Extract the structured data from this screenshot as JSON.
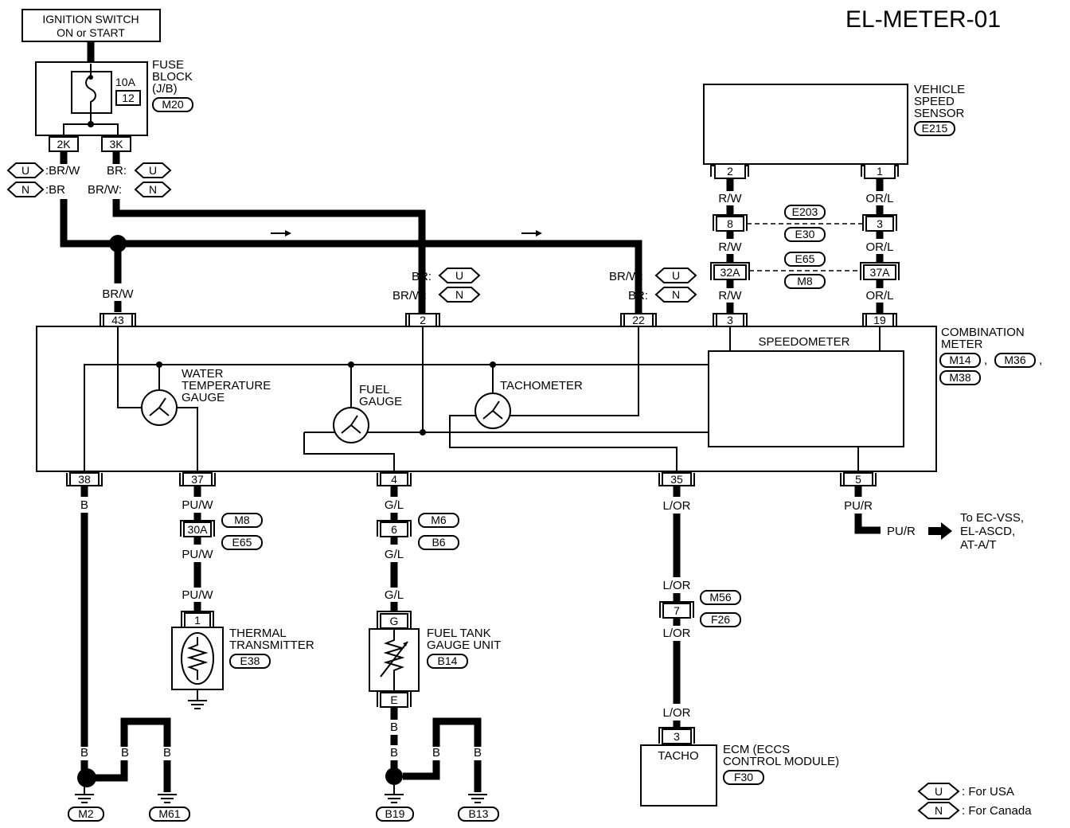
{
  "title": "EL-METER-01",
  "ignition": {
    "line1": "IGNITION SWITCH",
    "line2": "ON or START"
  },
  "fuse_block": {
    "line1": "FUSE",
    "line2": "BLOCK",
    "line3": "(J/B)",
    "connector": "M20",
    "amp": "10A",
    "fuse_no": "12",
    "term_left": "2K",
    "term_right": "3K"
  },
  "fuse_wires": {
    "u_left": "U",
    "u_left_color": ":BR/W",
    "n_left": "N",
    "n_left_color": ":BR",
    "u_right_color": "BR:",
    "u_right": "U",
    "n_right_color": "BR/W:",
    "n_right": "N"
  },
  "vss": {
    "line1": "VEHICLE",
    "line2": "SPEED",
    "line3": "SENSOR",
    "connector": "E215",
    "pin_a": "2",
    "pin_b": "1"
  },
  "vss_wires": {
    "rw1": "R/W",
    "orl1": "OR/L",
    "jc1_a": "8",
    "jc1_b": "3",
    "jc1_top": "E203",
    "jc1_bot": "E30",
    "rw2": "R/W",
    "orl2": "OR/L",
    "jc2_a": "32A",
    "jc2_b": "37A",
    "jc2_top": "E65",
    "jc2_bot": "M8",
    "rw3": "R/W",
    "orl3": "OR/L"
  },
  "meter": {
    "line1": "COMBINATION",
    "line2": "METER",
    "conn1": "M14",
    "sep1": ",",
    "conn2": "M36",
    "sep2": ",",
    "conn3": "M38",
    "top_pins": {
      "p43": "43",
      "p2": "2",
      "p22": "22",
      "p3": "3",
      "p19": "19"
    },
    "bottom_pins": {
      "p38": "38",
      "p37": "37",
      "p4": "4",
      "p35": "35",
      "p5": "5"
    },
    "speedometer": "SPEEDOMETER",
    "water_l1": "WATER",
    "water_l2": "TEMPERATURE",
    "water_l3": "GAUGE",
    "fuel_l1": "FUEL",
    "fuel_l2": "GAUGE",
    "tacho": "TACHOMETER"
  },
  "top_wires": {
    "brw_43": "BR/W",
    "p2_u_color": "BR:",
    "p2_u": "U",
    "p2_n_color": "BR/W:",
    "p2_n": "N",
    "p22_u_color": "BR/W:",
    "p22_u": "U",
    "p22_n_color": "BR:",
    "p22_n": "N"
  },
  "bottom": {
    "b38": "B",
    "puw1": "PU/W",
    "jc30a": "30A",
    "m8": "M8",
    "e65": "E65",
    "puw2": "PU/W",
    "puw3": "PU/W",
    "thermal_pin": "1",
    "thermal_l1": "THERMAL",
    "thermal_l2": "TRANSMITTER",
    "thermal_conn": "E38",
    "gl1": "G/L",
    "jc6": "6",
    "m6": "M6",
    "b6": "B6",
    "gl2": "G/L",
    "gl3": "G/L",
    "ft_pin_top": "G",
    "ft_pin_bot": "E",
    "ft_l1": "FUEL TANK",
    "ft_l2": "GAUGE UNIT",
    "ft_conn": "B14",
    "lor1": "L/OR",
    "lor2": "L/OR",
    "jc7": "7",
    "m56": "M56",
    "f26": "F26",
    "lor3": "L/OR",
    "lor4": "L/OR",
    "ecm_pin": "3",
    "ecm_tacho": "TACHO",
    "ecm_l1": "ECM (ECCS",
    "ecm_l2": "CONTROL MODULE)",
    "ecm_conn": "F30",
    "pur1": "PU/R",
    "pur2": "PU/R",
    "to_l1": "To EC-VSS,",
    "to_l2": "EL-ASCD,",
    "to_l3": "AT-A/T",
    "g_b1": "B",
    "g_b2": "B",
    "g_b3": "B",
    "g_m2": "M2",
    "g_m61": "M61",
    "ge_b1": "B",
    "ge_b2": "B",
    "ge_b3": "B",
    "ge_b4": "B",
    "g_b19": "B19",
    "g_b13": "B13"
  },
  "legend": {
    "u": "U",
    "u_text": ": For USA",
    "n": "N",
    "n_text": ": For Canada"
  }
}
